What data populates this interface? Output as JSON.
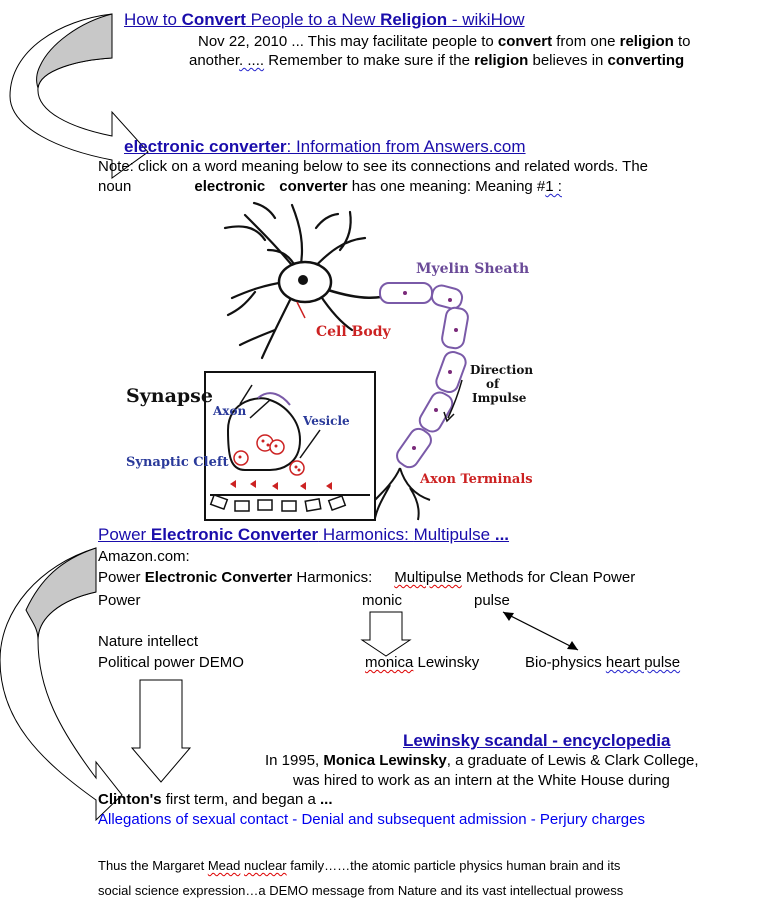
{
  "result1": {
    "title_pre": "How to ",
    "title_b1": "Convert",
    "title_mid": " People to a New ",
    "title_b2": "Religion",
    "title_post": " - wikiHow",
    "line1_a": "Nov 22, 2010 ... This may facilitate people to ",
    "line1_b": "convert",
    "line1_c": " from one ",
    "line1_d": "religion",
    "line1_e": " to",
    "line2_a": "another",
    "line2_b": ". ....",
    "line2_c": " Remember to make sure if the ",
    "line2_d": "religion",
    "line2_e": " believes in ",
    "line2_f": "converting"
  },
  "result2": {
    "title_b": "electronic converter",
    "title_post": ": Information from Answers.com",
    "line1": "Note: click on a word meaning below to see its connections and related words. The",
    "line2_a": "noun",
    "line2_b": "electronic",
    "line2_c": "converter",
    "line2_d": " has one meaning: Meaning #",
    "line2_e": "1 :"
  },
  "neuron": {
    "myelin": "Myelin Sheath",
    "cell_body": "Cell Body",
    "direction": [
      "Direction",
      "of",
      "Impulse"
    ],
    "synapse": "Synapse",
    "axon": "Axon",
    "vesicle": "Vesicle",
    "cleft": "Synaptic Cleft",
    "terminals": "Axon Terminals"
  },
  "result3": {
    "title_a": "Power ",
    "title_b": "Electronic Converter",
    "title_c": " Harmonics: ",
    "title_d": "Multipulse",
    "title_e": " ...",
    "source": "Amazon.com:",
    "snip_a": " Power ",
    "snip_b": "Electronic Converter",
    "snip_c": " Harmonics:",
    "snip_d": "Multipulse",
    "snip_e": " Methods for Clean Power"
  },
  "words": {
    "power": "Power",
    "monic": "monic",
    "pulse": "pulse",
    "nature": "Nature intellect",
    "political": "Political   power DEMO",
    "monica": "monica",
    "lewinsky": " Lewinsky",
    "bio_a": "Bio-physics ",
    "bio_b": "heart  pulse"
  },
  "result4": {
    "title_a": "Lewinsky",
    "title_b": " scandal - encyclopedia",
    "l1_a": "In 1995, ",
    "l1_b": "Monica Lewinsky",
    "l1_c": ", a graduate of Lewis & Clark College,",
    "l2": "was hired to work as an intern at the White House during",
    "l3_a": "Clinton's",
    "l3_b": " first term, and began a ",
    "l3_c": "...",
    "links": "Allegations of sexual contact - Denial and subsequent admission - Perjury charges"
  },
  "closing": {
    "l1_a": "Thus the Margaret ",
    "l1_b": "Mead",
    "l1_c": "  ",
    "l1_d": "nuclear",
    "l1_e": " family……the atomic particle physics human brain and its",
    "l2": "social science  expression…a DEMO  message from Nature and its vast intellectual prowess"
  }
}
